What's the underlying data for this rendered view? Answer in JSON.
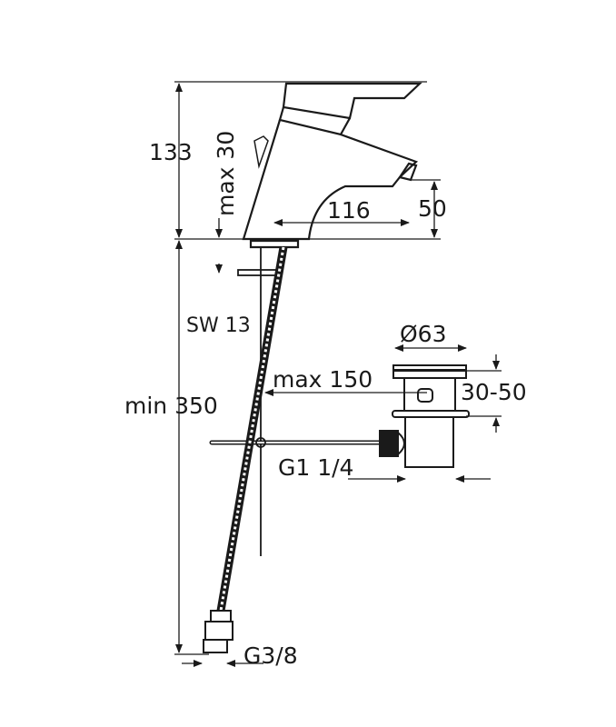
{
  "drawing": {
    "dimensions": {
      "height": "133",
      "max_height_deck": "max 30",
      "spout_reach": "116",
      "spout_height": "50",
      "wrench": "SW 13",
      "hose_length": "min 350",
      "waste_diameter": "Ø63",
      "rod_reach": "max 150",
      "waste_range": "30-50",
      "waste_thread": "G1 1/4",
      "inlet_thread": "G3/8"
    },
    "colors": {
      "line": "#1a1a1a",
      "background": "#ffffff"
    }
  }
}
